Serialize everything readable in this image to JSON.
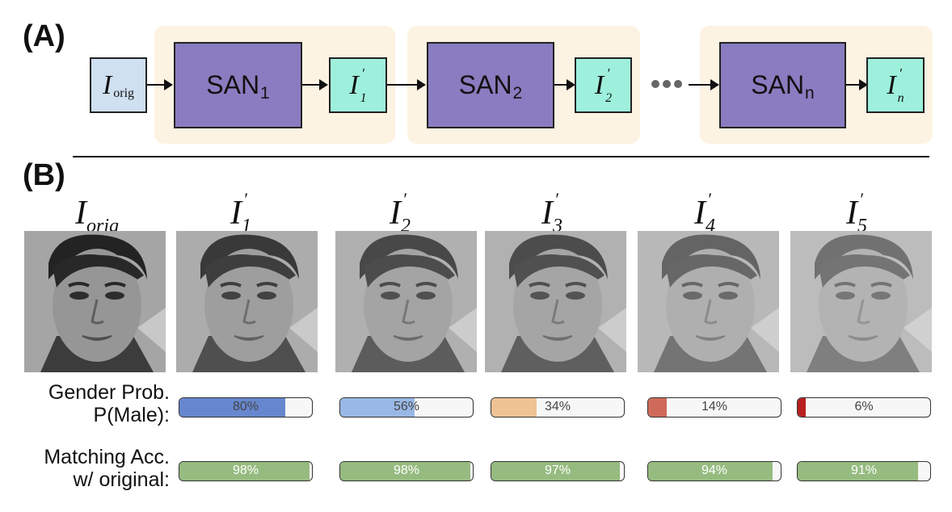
{
  "panel_a": {
    "label": "(A)",
    "input": {
      "symbol": "I",
      "subscript": "orig"
    },
    "stages": [
      {
        "san_text": "SAN",
        "san_sub": "1",
        "out_symbol": "I",
        "out_sup": "′",
        "out_sub": "1"
      },
      {
        "san_text": "SAN",
        "san_sub": "2",
        "out_symbol": "I",
        "out_sup": "′",
        "out_sub": "2"
      },
      {
        "san_text": "SAN",
        "san_sub": "n",
        "out_symbol": "I",
        "out_sup": "′",
        "out_sub": "n"
      }
    ],
    "colors": {
      "group_bg": "#fdf3e2",
      "san": "#8a7cc0",
      "output": "#9ef0dc",
      "input": "#cfe0f1"
    }
  },
  "panel_b": {
    "label": "(B)",
    "columns": [
      {
        "symbol": "I",
        "sub": "orig",
        "sup": ""
      },
      {
        "symbol": "I",
        "sub": "1",
        "sup": "′"
      },
      {
        "symbol": "I",
        "sub": "2",
        "sup": "′"
      },
      {
        "symbol": "I",
        "sub": "3",
        "sup": "′"
      },
      {
        "symbol": "I",
        "sub": "4",
        "sup": "′"
      },
      {
        "symbol": "I",
        "sub": "5",
        "sup": "′"
      }
    ],
    "row_labels": {
      "gender_line1": "Gender Prob.",
      "gender_line2": "P(Male):",
      "match_line1": "Matching Acc.",
      "match_line2": "w/ original:"
    },
    "gender_prob": [
      {
        "value": 0.8,
        "text": "80%",
        "color": "#6687cf"
      },
      {
        "value": 0.56,
        "text": "56%",
        "color": "#99b8e6"
      },
      {
        "value": 0.34,
        "text": "34%",
        "color": "#efc394"
      },
      {
        "value": 0.14,
        "text": "14%",
        "color": "#cf6a5a"
      },
      {
        "value": 0.06,
        "text": "6%",
        "color": "#b81f1f"
      }
    ],
    "matching_acc": [
      {
        "value": 0.98,
        "text": "98%",
        "color": "#96bb80"
      },
      {
        "value": 0.98,
        "text": "98%",
        "color": "#96bb80"
      },
      {
        "value": 0.97,
        "text": "97%",
        "color": "#96bb80"
      },
      {
        "value": 0.94,
        "text": "94%",
        "color": "#96bb80"
      },
      {
        "value": 0.91,
        "text": "91%",
        "color": "#96bb80"
      }
    ]
  }
}
